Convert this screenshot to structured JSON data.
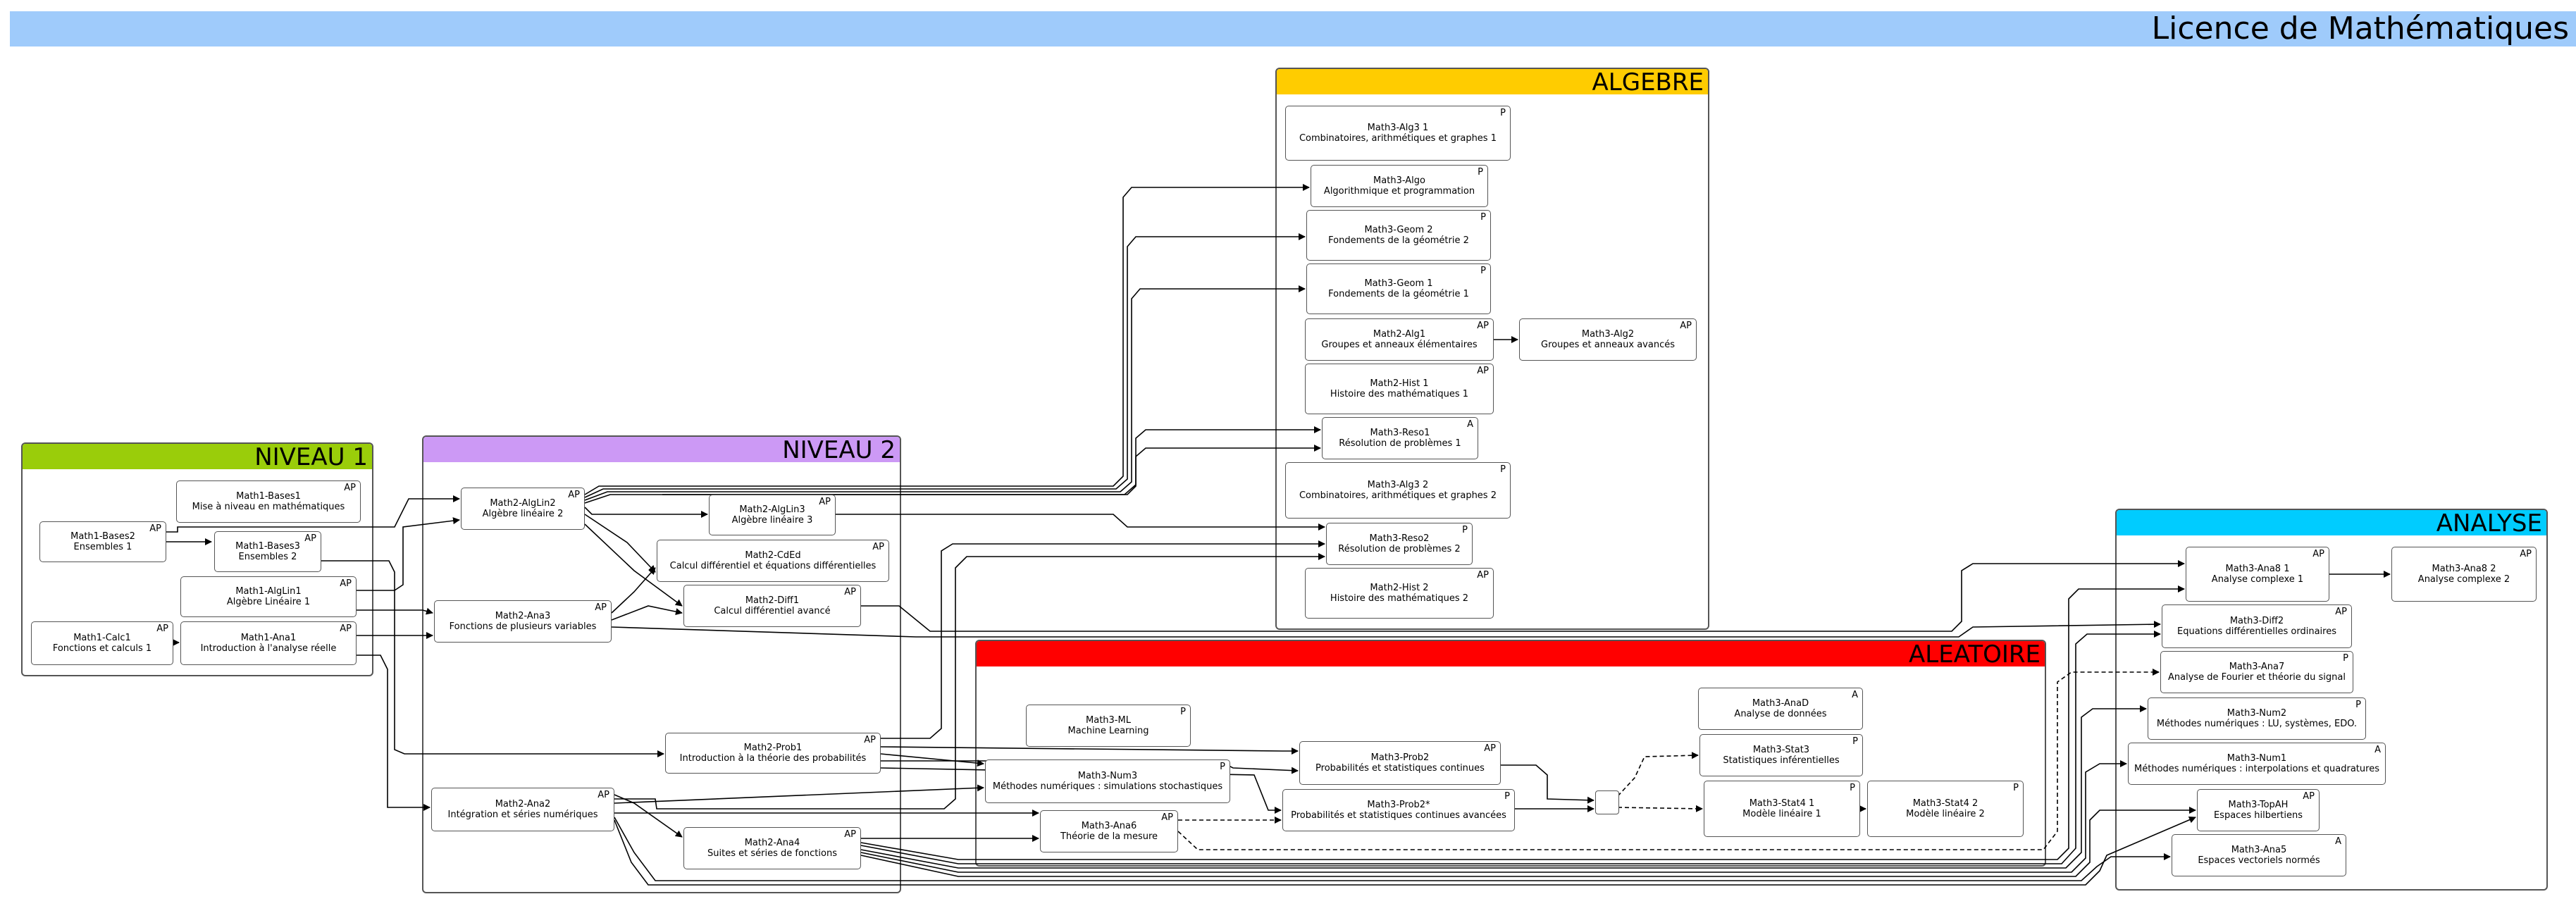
{
  "title": "Licence de Mathématiques",
  "colors": {
    "title_bar": "#9fcbfb",
    "niveau1": "#9acd0a",
    "niveau2": "#cc99f5",
    "algebre": "#ffcc00",
    "aleatoire": "#ff0000",
    "analyse": "#00ccff"
  },
  "groups": {
    "niveau1": "NIVEAU 1",
    "niveau2": "NIVEAU 2",
    "algebre": "ALGEBRE",
    "aleatoire": "ALEATOIRE",
    "analyse": "ANALYSE"
  },
  "nodes": {
    "bases1": {
      "code": "Math1-Bases1",
      "name": "Mise à niveau en mathématiques",
      "tag": "AP"
    },
    "bases2": {
      "code": "Math1-Bases2",
      "name": "Ensembles 1",
      "tag": "AP"
    },
    "bases3": {
      "code": "Math1-Bases3",
      "name": "Ensembles 2",
      "tag": "AP"
    },
    "alglin1": {
      "code": "Math1-AlgLin1",
      "name": "Algèbre Linéaire 1",
      "tag": "AP"
    },
    "calc1": {
      "code": "Math1-Calc1",
      "name": "Fonctions et calculs 1",
      "tag": "AP"
    },
    "ana1": {
      "code": "Math1-Ana1",
      "name": "Introduction à l'analyse réelle",
      "tag": "AP"
    },
    "alglin2": {
      "code": "Math2-AlgLin2",
      "name": "Algèbre linéaire 2",
      "tag": "AP"
    },
    "alglin3": {
      "code": "Math2-AlgLin3",
      "name": "Algèbre linéaire 3",
      "tag": "AP"
    },
    "cded": {
      "code": "Math2-CdEd",
      "name": "Calcul différentiel et équations différentielles",
      "tag": "AP"
    },
    "ana3": {
      "code": "Math2-Ana3",
      "name": "Fonctions de plusieurs variables",
      "tag": "AP"
    },
    "diff1": {
      "code": "Math2-Diff1",
      "name": "Calcul différentiel avancé",
      "tag": "AP"
    },
    "prob1": {
      "code": "Math2-Prob1",
      "name": "Introduction à la théorie des probabilités",
      "tag": "AP"
    },
    "ana2": {
      "code": "Math2-Ana2",
      "name": "Intégration et séries numériques",
      "tag": "AP"
    },
    "ana4": {
      "code": "Math2-Ana4",
      "name": "Suites et séries de fonctions",
      "tag": "AP"
    },
    "alg31": {
      "code": "Math3-Alg3 1",
      "name": "Combinatoires, arithmétiques et graphes 1",
      "tag": "P"
    },
    "algo": {
      "code": "Math3-Algo",
      "name": "Algorithmique et programmation",
      "tag": "P"
    },
    "geom2": {
      "code": "Math3-Geom 2",
      "name": "Fondements de la géométrie 2",
      "tag": "P"
    },
    "geom1": {
      "code": "Math3-Geom 1",
      "name": "Fondements de la géométrie 1",
      "tag": "P"
    },
    "alg1": {
      "code": "Math2-Alg1",
      "name": "Groupes et anneaux élémentaires",
      "tag": "AP"
    },
    "alg2": {
      "code": "Math3-Alg2",
      "name": "Groupes et anneaux avancés",
      "tag": "AP"
    },
    "hist1": {
      "code": "Math2-Hist 1",
      "name": "Histoire des mathématiques 1",
      "tag": "AP"
    },
    "reso1": {
      "code": "Math3-Reso1",
      "name": "Résolution de problèmes 1",
      "tag": "A"
    },
    "alg32": {
      "code": "Math3-Alg3 2",
      "name": "Combinatoires, arithmétiques et graphes 2",
      "tag": "P"
    },
    "reso2": {
      "code": "Math3-Reso2",
      "name": "Résolution de problèmes 2",
      "tag": "P"
    },
    "hist2": {
      "code": "Math2-Hist 2",
      "name": "Histoire des mathématiques 2",
      "tag": "AP"
    },
    "ml": {
      "code": "Math3-ML",
      "name": "Machine Learning",
      "tag": "P"
    },
    "num3": {
      "code": "Math3-Num3",
      "name": "Méthodes numériques : simulations stochastiques",
      "tag": "P"
    },
    "prob2": {
      "code": "Math3-Prob2",
      "name": "Probabilités et statistiques continues",
      "tag": "AP"
    },
    "prob2s": {
      "code": "Math3-Prob2*",
      "name": "Probabilités et statistiques continues avancées",
      "tag": "P"
    },
    "ana6": {
      "code": "Math3-Ana6",
      "name": "Théorie de la mesure",
      "tag": "AP"
    },
    "anad": {
      "code": "Math3-AnaD",
      "name": "Analyse de données",
      "tag": "A"
    },
    "stat3": {
      "code": "Math3-Stat3",
      "name": "Statistiques inférentielles",
      "tag": "P"
    },
    "stat41": {
      "code": "Math3-Stat4 1",
      "name": "Modèle linéaire 1",
      "tag": "P"
    },
    "stat42": {
      "code": "Math3-Stat4 2",
      "name": "Modèle linéaire 2",
      "tag": "P"
    },
    "ana81": {
      "code": "Math3-Ana8 1",
      "name": "Analyse complexe 1",
      "tag": "AP"
    },
    "ana82": {
      "code": "Math3-Ana8 2",
      "name": "Analyse complexe 2",
      "tag": "AP"
    },
    "diff2": {
      "code": "Math3-Diff2",
      "name": "Equations différentielles ordinaires",
      "tag": "AP"
    },
    "ana7": {
      "code": "Math3-Ana7",
      "name": "Analyse de Fourier et théorie du signal",
      "tag": "P"
    },
    "num2": {
      "code": "Math3-Num2",
      "name": "Méthodes numériques : LU, systèmes, EDO.",
      "tag": "P"
    },
    "num1": {
      "code": "Math3-Num1",
      "name": "Méthodes numériques : interpolations et quadratures",
      "tag": "A"
    },
    "topah": {
      "code": "Math3-TopAH",
      "name": "Espaces hilbertiens",
      "tag": "AP"
    },
    "ana5": {
      "code": "Math3-Ana5",
      "name": "Espaces vectoriels normés",
      "tag": "A"
    }
  }
}
